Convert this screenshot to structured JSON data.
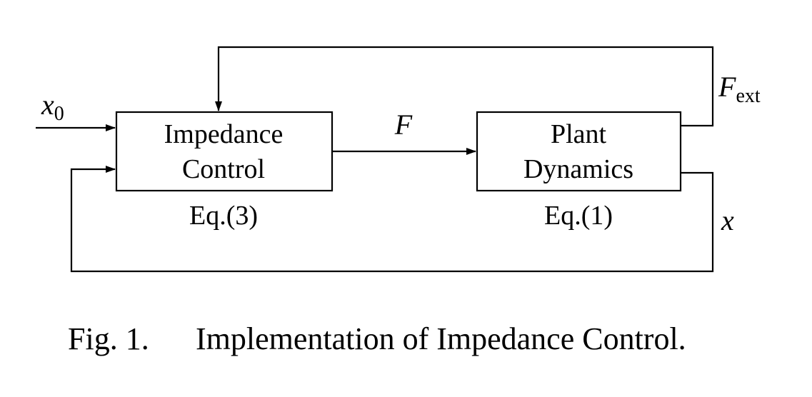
{
  "blocks": {
    "impedance": {
      "line1": "Impedance",
      "line2": "Control",
      "eq": "Eq.(3)"
    },
    "plant": {
      "line1": "Plant",
      "line2": "Dynamics",
      "eq": "Eq.(1)"
    }
  },
  "signals": {
    "x0": {
      "base": "x",
      "sub": "0"
    },
    "F": "F",
    "Fext": {
      "base": "F",
      "sub": "ext"
    },
    "x": "x"
  },
  "caption": {
    "label": "Fig. 1.",
    "text": "Implementation of Impedance Control."
  }
}
